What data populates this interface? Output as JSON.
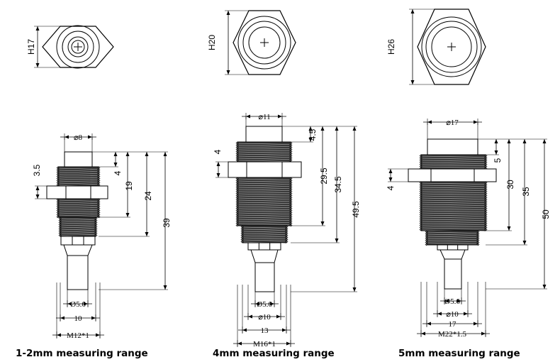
{
  "sensors": [
    {
      "caption": "1-2mm measuring range",
      "hex_label": "H17",
      "top_diameter": "⌀8",
      "dims_right": [
        "4",
        "19",
        "24",
        "39"
      ],
      "dim_left": "3.5",
      "bottom": [
        "Ø5.6",
        "10",
        "M12*1"
      ]
    },
    {
      "caption": "4mm measuring range",
      "hex_label": "H20",
      "top_diameter": "⌀11",
      "dims_right": [
        "4.5",
        "29.5",
        "34.5",
        "49.5"
      ],
      "dim_left": "4",
      "bottom": [
        "Ø5.6",
        "⌀10",
        "13",
        "M16*1"
      ]
    },
    {
      "caption": "5mm measuring range",
      "hex_label": "H26",
      "top_diameter": "⌀17",
      "dims_right": [
        "5",
        "30",
        "35",
        "50"
      ],
      "dim_left": "4",
      "bottom": [
        "Ø5.6",
        "⌀10",
        "17",
        "M22*1.5"
      ]
    }
  ]
}
